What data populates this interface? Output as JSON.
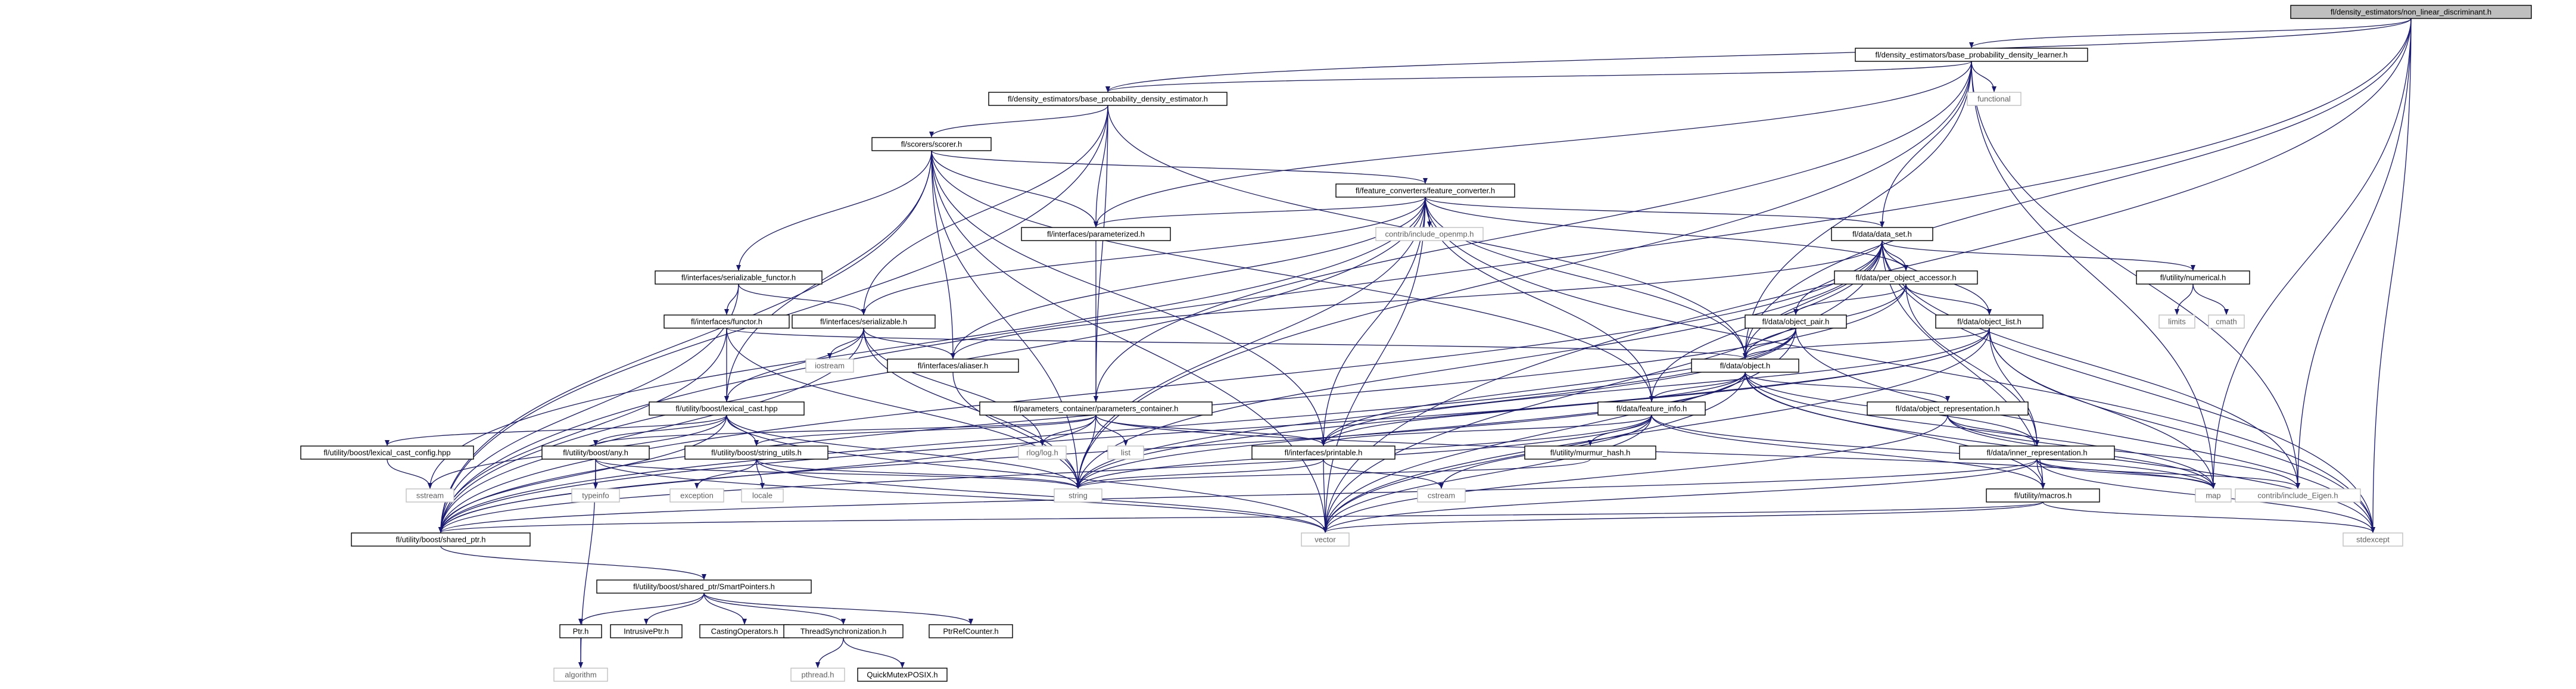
{
  "nodes": [
    {
      "id": "root",
      "label": "fl/density_estimators/non_linear_discriminant.h",
      "kind": "root"
    },
    {
      "id": "bpdl",
      "label": "fl/density_estimators/base_probability_density_learner.h",
      "kind": "local"
    },
    {
      "id": "bpde",
      "label": "fl/density_estimators/base_probability_density_estimator.h",
      "kind": "local"
    },
    {
      "id": "functional",
      "label": "functional",
      "kind": "ext"
    },
    {
      "id": "scorer",
      "label": "fl/scorers/scorer.h",
      "kind": "local"
    },
    {
      "id": "fconv",
      "label": "fl/feature_converters/feature_converter.h",
      "kind": "local"
    },
    {
      "id": "ifparam",
      "label": "fl/interfaces/parameterized.h",
      "kind": "local"
    },
    {
      "id": "openmp",
      "label": "contrib/include_openmp.h",
      "kind": "ext"
    },
    {
      "id": "dataset",
      "label": "fl/data/data_set.h",
      "kind": "local"
    },
    {
      "id": "serfunctor",
      "label": "fl/interfaces/serializable_functor.h",
      "kind": "local"
    },
    {
      "id": "poa",
      "label": "fl/data/per_object_accessor.h",
      "kind": "local"
    },
    {
      "id": "numerical",
      "label": "fl/utility/numerical.h",
      "kind": "local"
    },
    {
      "id": "limits",
      "label": "limits",
      "kind": "ext"
    },
    {
      "id": "cmath",
      "label": "cmath",
      "kind": "ext"
    },
    {
      "id": "functor",
      "label": "fl/interfaces/functor.h",
      "kind": "local"
    },
    {
      "id": "serializable",
      "label": "fl/interfaces/serializable.h",
      "kind": "local"
    },
    {
      "id": "objpair",
      "label": "fl/data/object_pair.h",
      "kind": "local"
    },
    {
      "id": "objlist",
      "label": "fl/data/object_list.h",
      "kind": "local"
    },
    {
      "id": "iostream",
      "label": "iostream",
      "kind": "ext"
    },
    {
      "id": "aliaser",
      "label": "fl/interfaces/aliaser.h",
      "kind": "local"
    },
    {
      "id": "object",
      "label": "fl/data/object.h",
      "kind": "local"
    },
    {
      "id": "lexcast",
      "label": "fl/utility/boost/lexical_cast.hpp",
      "kind": "local"
    },
    {
      "id": "pcontainer",
      "label": "fl/parameters_container/parameters_container.h",
      "kind": "local"
    },
    {
      "id": "finfo",
      "label": "fl/data/feature_info.h",
      "kind": "local"
    },
    {
      "id": "objrep",
      "label": "fl/data/object_representation.h",
      "kind": "local"
    },
    {
      "id": "lexcfg",
      "label": "fl/utility/boost/lexical_cast_config.hpp",
      "kind": "local"
    },
    {
      "id": "anyh",
      "label": "fl/utility/boost/any.h",
      "kind": "local"
    },
    {
      "id": "strutils",
      "label": "fl/utility/boost/string_utils.h",
      "kind": "local"
    },
    {
      "id": "log4",
      "label": "rlog/log.h",
      "kind": "ext"
    },
    {
      "id": "list",
      "label": "list",
      "kind": "ext"
    },
    {
      "id": "printable",
      "label": "fl/interfaces/printable.h",
      "kind": "local"
    },
    {
      "id": "murmur",
      "label": "fl/utility/murmur_hash.h",
      "kind": "local"
    },
    {
      "id": "innerrep",
      "label": "fl/data/inner_representation.h",
      "kind": "local"
    },
    {
      "id": "sstream",
      "label": "sstream",
      "kind": "ext"
    },
    {
      "id": "typeinfo",
      "label": "typeinfo",
      "kind": "ext"
    },
    {
      "id": "exception",
      "label": "exception",
      "kind": "ext"
    },
    {
      "id": "locale",
      "label": "locale",
      "kind": "ext"
    },
    {
      "id": "string",
      "label": "string",
      "kind": "ext"
    },
    {
      "id": "cstream",
      "label": "cstream",
      "kind": "ext"
    },
    {
      "id": "macros",
      "label": "fl/utility/macros.h",
      "kind": "local"
    },
    {
      "id": "map",
      "label": "map",
      "kind": "ext"
    },
    {
      "id": "eigen",
      "label": "contrib/include_Eigen.h",
      "kind": "ext"
    },
    {
      "id": "sharedptr",
      "label": "fl/utility/boost/shared_ptr.h",
      "kind": "local"
    },
    {
      "id": "vector",
      "label": "vector",
      "kind": "ext"
    },
    {
      "id": "stdexcept",
      "label": "stdexcept",
      "kind": "ext"
    },
    {
      "id": "smartptrs",
      "label": "fl/utility/boost/shared_ptr/SmartPointers.h",
      "kind": "local"
    },
    {
      "id": "ptr",
      "label": "Ptr.h",
      "kind": "local"
    },
    {
      "id": "intrptr",
      "label": "IntrusivePtr.h",
      "kind": "local"
    },
    {
      "id": "castops",
      "label": "CastingOperators.h",
      "kind": "local"
    },
    {
      "id": "threadsync",
      "label": "ThreadSynchronization.h",
      "kind": "local"
    },
    {
      "id": "ptrref",
      "label": "PtrRefCounter.h",
      "kind": "local"
    },
    {
      "id": "algorithm",
      "label": "algorithm",
      "kind": "ext"
    },
    {
      "id": "pthread",
      "label": "pthread.h",
      "kind": "ext"
    },
    {
      "id": "quickmutex",
      "label": "QuickMutexPOSIX.h",
      "kind": "local"
    }
  ],
  "edges": [
    [
      "root",
      "bpdl"
    ],
    [
      "root",
      "bpde"
    ],
    [
      "root",
      "object"
    ],
    [
      "root",
      "map"
    ],
    [
      "root",
      "eigen"
    ],
    [
      "root",
      "stdexcept"
    ],
    [
      "root",
      "vector"
    ],
    [
      "root",
      "sharedptr"
    ],
    [
      "bpdl",
      "bpde"
    ],
    [
      "bpdl",
      "functional"
    ],
    [
      "bpdl",
      "dataset"
    ],
    [
      "bpdl",
      "ifparam"
    ],
    [
      "bpdl",
      "pcontainer"
    ],
    [
      "bpdl",
      "object"
    ],
    [
      "bpdl",
      "map"
    ],
    [
      "bpdl",
      "string"
    ],
    [
      "bpdl",
      "eigen"
    ],
    [
      "bpde",
      "scorer"
    ],
    [
      "bpde",
      "ifparam"
    ],
    [
      "bpde",
      "serializable"
    ],
    [
      "bpde",
      "pcontainer"
    ],
    [
      "bpde",
      "object"
    ],
    [
      "bpde",
      "sharedptr"
    ],
    [
      "scorer",
      "fconv"
    ],
    [
      "scorer",
      "ifparam"
    ],
    [
      "scorer",
      "serfunctor"
    ],
    [
      "scorer",
      "lexcast"
    ],
    [
      "scorer",
      "aliaser"
    ],
    [
      "scorer",
      "printable"
    ],
    [
      "scorer",
      "string"
    ],
    [
      "scorer",
      "sharedptr"
    ],
    [
      "scorer",
      "vector"
    ],
    [
      "scorer",
      "finfo"
    ],
    [
      "fconv",
      "ifparam"
    ],
    [
      "fconv",
      "openmp"
    ],
    [
      "fconv",
      "dataset"
    ],
    [
      "fconv",
      "poa"
    ],
    [
      "fconv",
      "serializable"
    ],
    [
      "fconv",
      "aliaser"
    ],
    [
      "fconv",
      "object"
    ],
    [
      "fconv",
      "finfo"
    ],
    [
      "fconv",
      "printable"
    ],
    [
      "fconv",
      "string"
    ],
    [
      "fconv",
      "vector"
    ],
    [
      "fconv",
      "sharedptr"
    ],
    [
      "fconv",
      "stdexcept"
    ],
    [
      "fconv",
      "sstream"
    ],
    [
      "ifparam",
      "pcontainer"
    ],
    [
      "dataset",
      "poa"
    ],
    [
      "dataset",
      "numerical"
    ],
    [
      "dataset",
      "objpair"
    ],
    [
      "dataset",
      "objlist"
    ],
    [
      "dataset",
      "object"
    ],
    [
      "dataset",
      "finfo"
    ],
    [
      "dataset",
      "aliaser"
    ],
    [
      "dataset",
      "string"
    ],
    [
      "dataset",
      "vector"
    ],
    [
      "dataset",
      "sharedptr"
    ],
    [
      "dataset",
      "stdexcept"
    ],
    [
      "dataset",
      "macros"
    ],
    [
      "dataset",
      "eigen"
    ],
    [
      "serfunctor",
      "functor"
    ],
    [
      "serfunctor",
      "serializable"
    ],
    [
      "serfunctor",
      "sharedptr"
    ],
    [
      "poa",
      "objpair"
    ],
    [
      "poa",
      "objlist"
    ],
    [
      "poa",
      "object"
    ],
    [
      "poa",
      "innerrep"
    ],
    [
      "poa",
      "sharedptr"
    ],
    [
      "numerical",
      "limits"
    ],
    [
      "numerical",
      "cmath"
    ],
    [
      "functor",
      "lexcast"
    ],
    [
      "functor",
      "object"
    ],
    [
      "functor",
      "string"
    ],
    [
      "functor",
      "sharedptr"
    ],
    [
      "serializable",
      "iostream"
    ],
    [
      "serializable",
      "aliaser"
    ],
    [
      "serializable",
      "lexcast"
    ],
    [
      "serializable",
      "log4"
    ],
    [
      "serializable",
      "string"
    ],
    [
      "serializable",
      "sharedptr"
    ],
    [
      "objpair",
      "object"
    ],
    [
      "objpair",
      "printable"
    ],
    [
      "objpair",
      "string"
    ],
    [
      "objpair",
      "vector"
    ],
    [
      "objpair",
      "sharedptr"
    ],
    [
      "objpair",
      "stdexcept"
    ],
    [
      "objlist",
      "object"
    ],
    [
      "objlist",
      "innerrep"
    ],
    [
      "objlist",
      "printable"
    ],
    [
      "objlist",
      "vector"
    ],
    [
      "objlist",
      "sharedptr"
    ],
    [
      "objlist",
      "stdexcept"
    ],
    [
      "objlist",
      "string"
    ],
    [
      "objlist",
      "map"
    ],
    [
      "aliaser",
      "string"
    ],
    [
      "object",
      "objrep"
    ],
    [
      "object",
      "finfo"
    ],
    [
      "object",
      "innerrep"
    ],
    [
      "object",
      "printable"
    ],
    [
      "object",
      "string"
    ],
    [
      "object",
      "vector"
    ],
    [
      "object",
      "sharedptr"
    ],
    [
      "object",
      "macros"
    ],
    [
      "object",
      "stdexcept"
    ],
    [
      "object",
      "map"
    ],
    [
      "lexcast",
      "lexcfg"
    ],
    [
      "lexcast",
      "anyh"
    ],
    [
      "lexcast",
      "strutils"
    ],
    [
      "lexcast",
      "string"
    ],
    [
      "lexcast",
      "sstream"
    ],
    [
      "lexcast",
      "sharedptr"
    ],
    [
      "lexcast",
      "vector"
    ],
    [
      "pcontainer",
      "anyh"
    ],
    [
      "pcontainer",
      "strutils"
    ],
    [
      "pcontainer",
      "log4"
    ],
    [
      "pcontainer",
      "list"
    ],
    [
      "pcontainer",
      "printable"
    ],
    [
      "pcontainer",
      "string"
    ],
    [
      "pcontainer",
      "map"
    ],
    [
      "pcontainer",
      "sharedptr"
    ],
    [
      "finfo",
      "murmur"
    ],
    [
      "finfo",
      "printable"
    ],
    [
      "finfo",
      "string"
    ],
    [
      "finfo",
      "cstream"
    ],
    [
      "finfo",
      "vector"
    ],
    [
      "finfo",
      "sharedptr"
    ],
    [
      "finfo",
      "macros"
    ],
    [
      "finfo",
      "map"
    ],
    [
      "objrep",
      "innerrep"
    ],
    [
      "objrep",
      "vector"
    ],
    [
      "objrep",
      "map"
    ],
    [
      "objrep",
      "eigen"
    ],
    [
      "lexcfg",
      "sstream"
    ],
    [
      "anyh",
      "typeinfo"
    ],
    [
      "anyh",
      "algorithm"
    ],
    [
      "anyh",
      "string"
    ],
    [
      "anyh",
      "vector"
    ],
    [
      "strutils",
      "exception"
    ],
    [
      "strutils",
      "locale"
    ],
    [
      "strutils",
      "string"
    ],
    [
      "strutils",
      "vector"
    ],
    [
      "printable",
      "string"
    ],
    [
      "printable",
      "cstream"
    ],
    [
      "printable",
      "vector"
    ],
    [
      "murmur",
      "string"
    ],
    [
      "innerrep",
      "macros"
    ],
    [
      "innerrep",
      "eigen"
    ],
    [
      "innerrep",
      "vector"
    ],
    [
      "innerrep",
      "map"
    ],
    [
      "innerrep",
      "sharedptr"
    ],
    [
      "innerrep",
      "stdexcept"
    ],
    [
      "macros",
      "sharedptr"
    ],
    [
      "macros",
      "vector"
    ],
    [
      "macros",
      "stdexcept"
    ],
    [
      "sharedptr",
      "smartptrs"
    ],
    [
      "smartptrs",
      "ptr"
    ],
    [
      "smartptrs",
      "intrptr"
    ],
    [
      "smartptrs",
      "castops"
    ],
    [
      "smartptrs",
      "threadsync"
    ],
    [
      "smartptrs",
      "ptrref"
    ],
    [
      "ptr",
      "algorithm"
    ],
    [
      "threadsync",
      "pthread"
    ],
    [
      "threadsync",
      "quickmutex"
    ]
  ],
  "colors": {
    "edge": "#191970",
    "root_fill": "#bfbfbf",
    "local_border": "#000000",
    "ext_border": "#c0c0c0"
  }
}
